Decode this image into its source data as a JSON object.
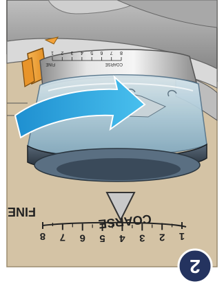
{
  "step_number": "2",
  "grinder_label": {
    "fine": "FINE",
    "coarse": "COARSE",
    "numbers": [
      "1",
      "2",
      "3",
      "4",
      "5",
      "6",
      "7",
      "8"
    ]
  },
  "dial_label": {
    "fine": "FINE",
    "coarse": "COARSE",
    "numbers": [
      "1",
      "2",
      "3",
      "4",
      "5",
      "6",
      "7",
      "8"
    ]
  },
  "arrow_direction": "clockwise",
  "colors": {
    "background": "#d4c3a5",
    "arrow": "#2aa6e0",
    "knob": "#f3a23a",
    "badge": "#24335f",
    "indicator": "#c9c9c9"
  }
}
